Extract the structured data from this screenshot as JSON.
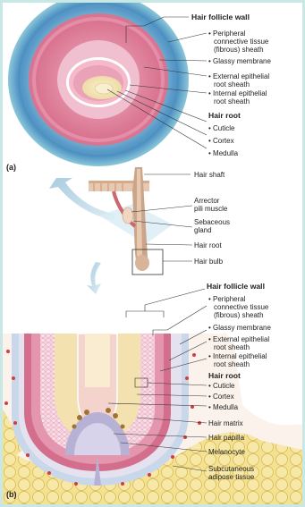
{
  "colors": {
    "frame": "#c7e8e4",
    "ctBlue": "#4b8fc2",
    "ctTeal": "#6fb8c3",
    "pink": "#df8aa6",
    "pinkLight": "#f2c9d8",
    "cream": "#f3e7b9",
    "glassy": "#ffffff",
    "fat": "#f2dc7c",
    "red": "#d93a3a"
  },
  "panel_a": {
    "letter": "(a)",
    "labels": {
      "hair_follicle_wall": "Hair follicle wall",
      "peripheral_1": "• Peripheral",
      "peripheral_2": "connective tissue",
      "peripheral_3": "(fibrous) sheath",
      "glassy": "• Glassy membrane",
      "external_1": "• External epithelial",
      "external_2": "root sheath",
      "internal_1": "• Internal epithelial",
      "internal_2": "root sheath",
      "hair_root": "Hair root",
      "cuticle": "• Cuticle",
      "cortex": "• Cortex",
      "medulla": "• Medulla"
    }
  },
  "middle": {
    "labels": {
      "hair_shaft": "Hair shaft",
      "arrector_1": "Arrector",
      "arrector_2": "pili muscle",
      "sebaceous_1": "Sebaceous",
      "sebaceous_2": "gland",
      "hair_root": "Hair root",
      "hair_bulb": "Hair bulb"
    }
  },
  "panel_b": {
    "letter": "(b)",
    "labels": {
      "hair_follicle_wall": "Hair follicle wall",
      "peripheral_1": "• Peripheral",
      "peripheral_2": "connective tissue",
      "peripheral_3": "(fibrous) sheath",
      "glassy": "• Glassy membrane",
      "external_1": "• External epithelial",
      "external_2": "root sheath",
      "internal_1": "• Internal epithelial",
      "internal_2": "root sheath",
      "hair_root": "Hair root",
      "cuticle": "• Cuticle",
      "cortex": "• Cortex",
      "medulla": "• Medulla",
      "hair_matrix": "Hair matrix",
      "hair_papilla": "Hair papilla",
      "melanocyte": "Melanocyte",
      "adipose_1": "Subcutaneous",
      "adipose_2": "adipose tissue"
    }
  }
}
